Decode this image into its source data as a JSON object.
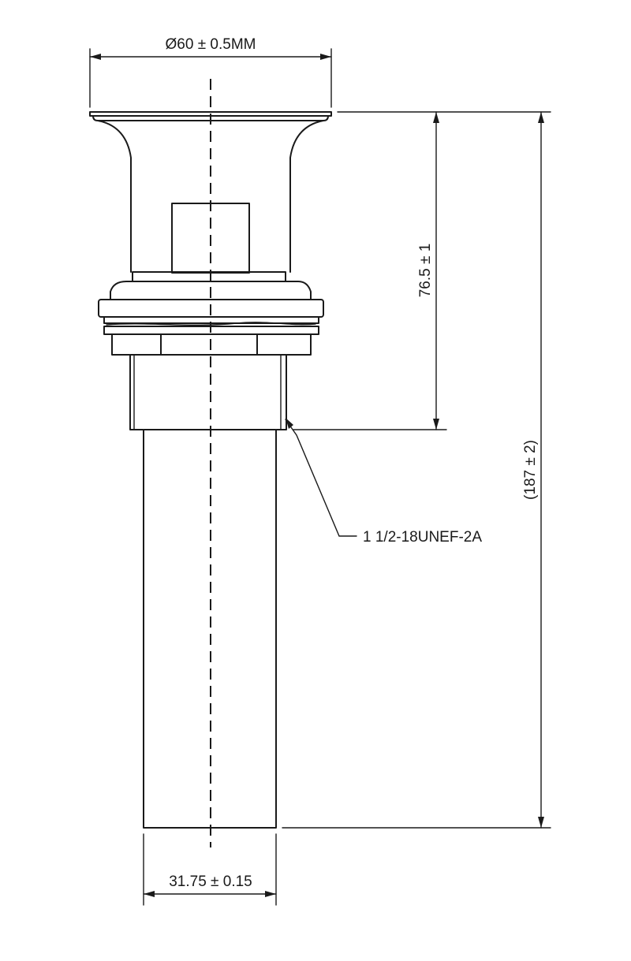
{
  "dimensions": {
    "top_diameter": "Ø60 ± 0.5MM",
    "thread_height": "76.5 ± 1",
    "total_height": "(187 ± 2)",
    "tail_diameter": "31.75 ± 0.15"
  },
  "callouts": {
    "thread_spec": "1 1/2-18UNEF-2A"
  },
  "colors": {
    "line": "#1a1a1a",
    "background": "#ffffff"
  }
}
